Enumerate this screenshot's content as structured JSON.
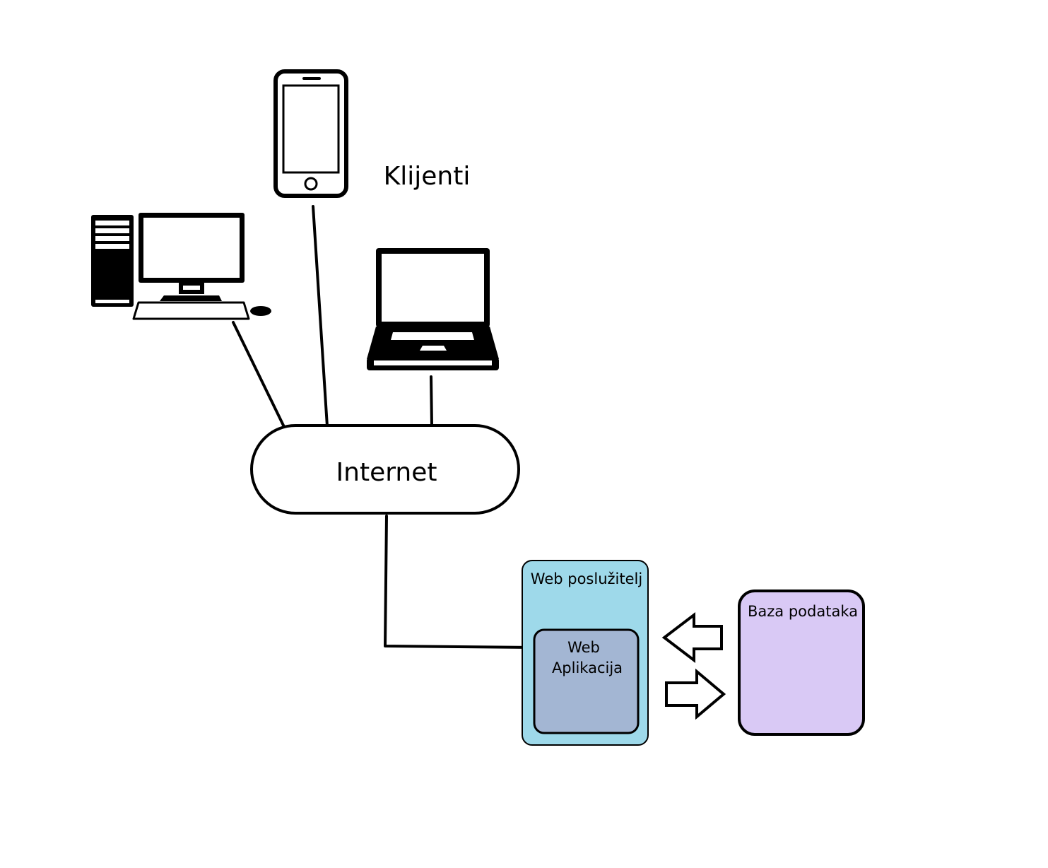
{
  "clients_label": "Klijenti",
  "internet_label": "Internet",
  "web_server": {
    "label": "Web poslužitelj",
    "fill": "#9ed9ea"
  },
  "web_app": {
    "label_line1": "Web",
    "label_line2": "Aplikacija",
    "fill": "#a3b6d3"
  },
  "database": {
    "label": "Baza podataka",
    "fill": "#d9c9f5"
  },
  "icons": [
    "desktop-computer-icon",
    "smartphone-icon",
    "laptop-icon"
  ],
  "colors": {
    "stroke": "#000000",
    "background": "#ffffff"
  }
}
